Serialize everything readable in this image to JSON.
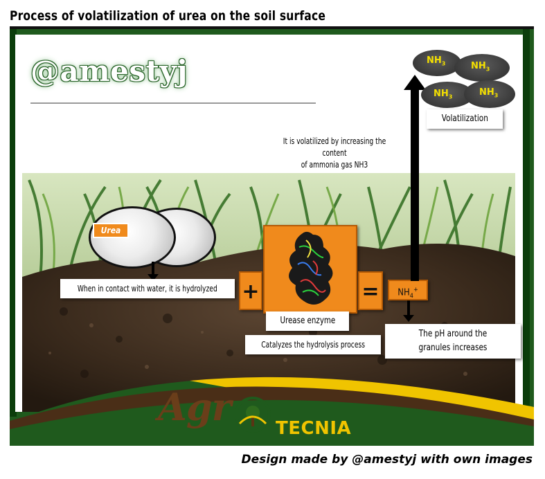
{
  "title": "Process of volatilization of urea on the soil surface",
  "handle": "@amestyj",
  "labels": {
    "urea": "Urea",
    "hydrolyzed": "When in contact with water, it is hydrolyzed",
    "plus": "+",
    "equals": "=",
    "urease": "Urease enzyme",
    "catalyzes": "Catalyzes the hydrolysis process",
    "nh4": "NH",
    "nh4_sub": "4",
    "nh4_sup": "+",
    "ph": "The pH around the granules increases",
    "volatilized_line1": "It is volatilized by increasing the",
    "volatilized_line2": "content",
    "volatilized_line3": "of ammonia gas NH3",
    "volatilization": "Volatilization",
    "nh3": "NH",
    "nh3_sub": "3"
  },
  "logo": {
    "part1": "Agr",
    "part2": "TECNIA"
  },
  "credit": "Design made by @amestyj with own images",
  "colors": {
    "frame_green": "#1f5a1d",
    "orange": "#f08a1c",
    "nh3_yellow": "#f4e000",
    "soil_dark": "#3a2a1c"
  }
}
